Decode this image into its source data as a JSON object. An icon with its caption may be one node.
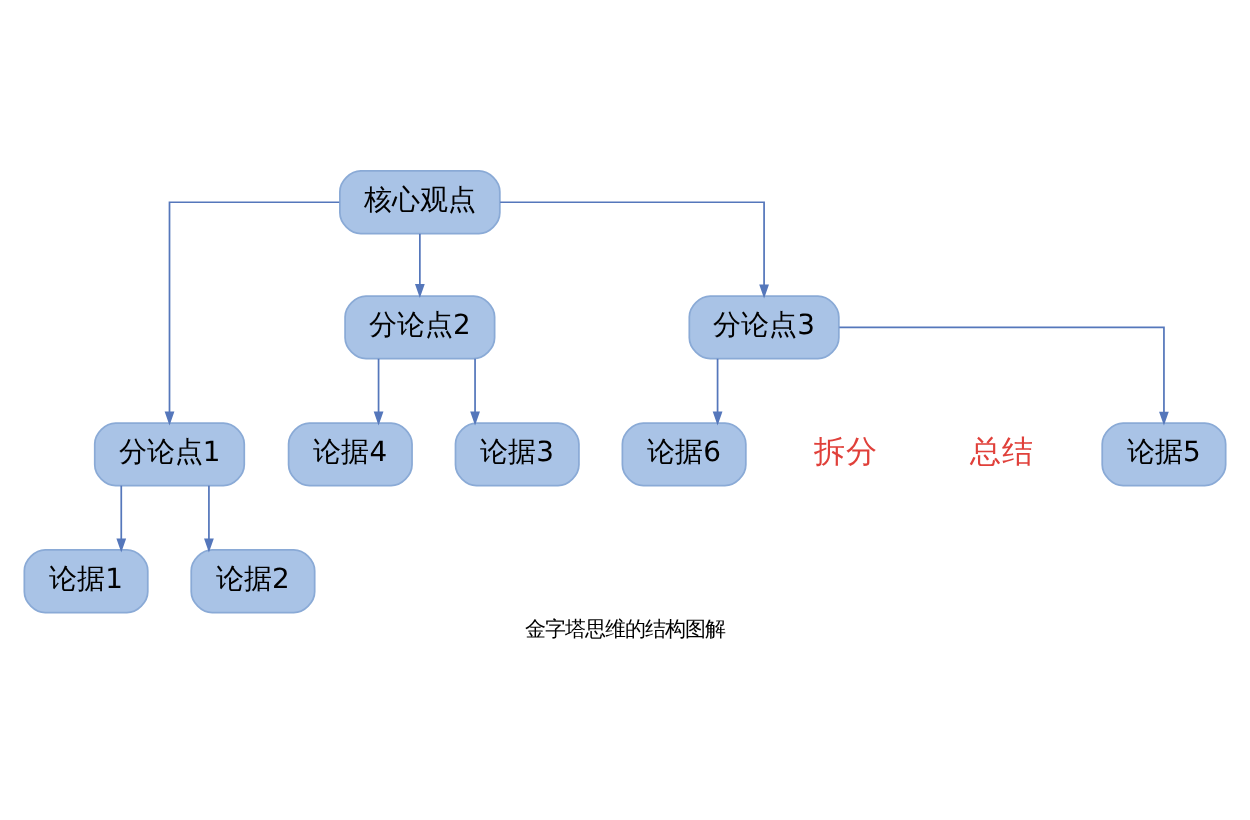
{
  "diagram": {
    "caption": "金字塔思维的结构图解",
    "nodes": [
      {
        "text": [
          "核心观点"
        ]
      },
      {
        "text": [
          "分论点1"
        ]
      },
      {
        "text": [
          "分论点2"
        ]
      },
      {
        "text": [
          "分论点3"
        ]
      },
      {
        "text": [
          "论据1"
        ]
      },
      {
        "text": [
          "论据2"
        ]
      },
      {
        "text": [
          "论据3"
        ]
      },
      {
        "text": [
          "论据4"
        ]
      },
      {
        "text": [
          "论据5"
        ]
      },
      {
        "text": [
          "论据6"
        ]
      }
    ],
    "edges": [
      {
        "from": 0,
        "to": 1,
        "arrow": "to"
      },
      {
        "from": 0,
        "to": 2,
        "arrow": "to"
      },
      {
        "from": 0,
        "to": 3,
        "arrow": "to"
      },
      {
        "from": 1,
        "to": 4,
        "arrow": "to"
      },
      {
        "from": 1,
        "to": 5,
        "arrow": "to"
      },
      {
        "from": 2,
        "to": 6,
        "arrow": "to"
      },
      {
        "from": 2,
        "to": 7,
        "arrow": "to"
      },
      {
        "from": 3,
        "to": 8,
        "arrow": "to"
      },
      {
        "from": 3,
        "to": 9,
        "arrow": "to"
      }
    ],
    "labels": [
      "总结",
      "拆分"
    ]
  }
}
